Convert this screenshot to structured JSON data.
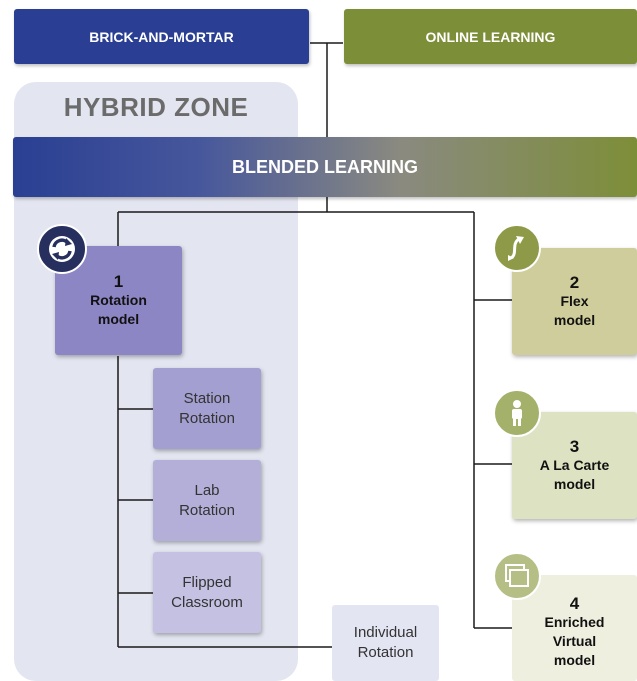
{
  "header": {
    "brick_label": "BRICK-AND-MORTAR",
    "online_label": "ONLINE LEARNING"
  },
  "hybrid_zone_title": "HYBRID ZONE",
  "blended_label": "BLENDED LEARNING",
  "models": {
    "rotation": {
      "number": "1",
      "label": "Rotation model",
      "icon": "rotation-arrows-icon"
    },
    "flex": {
      "number": "2",
      "label": "Flex model",
      "icon": "flex-arrow-icon"
    },
    "a_la_carte": {
      "number": "3",
      "label": "A La Carte model",
      "icon": "person-icon"
    },
    "enriched": {
      "number": "4",
      "label": "Enriched Virtual model",
      "icon": "windows-icon"
    }
  },
  "rotation_types": {
    "station": "Station Rotation",
    "lab": "Lab Rotation",
    "flipped": "Flipped Classroom",
    "individual": "Individual Rotation"
  },
  "colors": {
    "brick": "#2a3f93",
    "online": "#7d8e38",
    "rotation_box": "#8c86c4",
    "sub_box": "#a39fd0",
    "flex_box": "#cfcd9b",
    "carte_box": "#dde3c2",
    "enriched_box": "#efefdf",
    "hybrid_zone": "#e3e5f0"
  }
}
